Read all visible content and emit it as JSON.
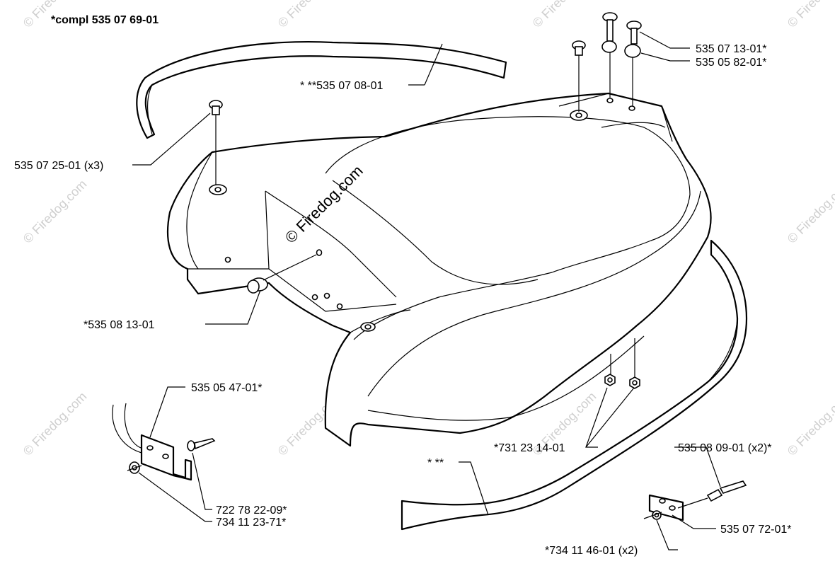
{
  "title": "*compl 535 07 69-01",
  "watermark": "© Firedog.com",
  "callouts": {
    "strip_top": "* **535 07 08-01",
    "screw_x3": "535 07 25-01 (x3)",
    "plug_side": "*535 08 13-01",
    "knob_top": "535 07 13-01*",
    "nut_top": "535 05 82-01*",
    "bracket": "535 05 47-01*",
    "pin_left": "722 78 22-09*",
    "washer_left": "734 11 23-71*",
    "nuts_bottom": "*731 23 14-01",
    "strip_bottom": "* **",
    "screw_right_x2": "535 08 09-01 (x2)*",
    "plate_right": "535 07 72-01*",
    "washer_right_x2": "*734 11 46-01 (x2)"
  }
}
